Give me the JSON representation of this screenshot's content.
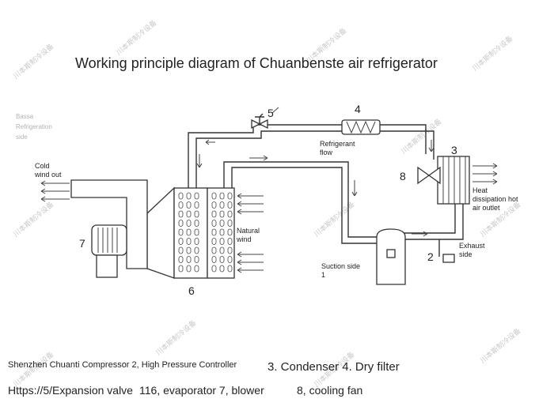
{
  "title": "Working principle diagram of Chuanbenste air refrigerator",
  "labels": {
    "cold_wind_out": [
      "Cold",
      "wind out"
    ],
    "refrigerant_flow": [
      "Refrigerant",
      "flow"
    ],
    "natural_wind": [
      "Natural",
      "wind"
    ],
    "suction_side": [
      "Suction side",
      "1"
    ],
    "heat_dissipation": [
      "Heat",
      "dissipation hot",
      "air outlet"
    ],
    "exhaust_side": [
      "Exhaust",
      "side"
    ],
    "faint_top_left": [
      "Bassa",
      "Refrigeration",
      "side"
    ]
  },
  "component_numbers": {
    "compressor": "1",
    "pressure_controller": "2",
    "condenser": "3",
    "dry_filter": "4",
    "expansion_valve": "5",
    "evaporator": "6",
    "blower": "7",
    "cooling_fan": "8"
  },
  "footer": {
    "line1_left": "Shenzhen Chuanti Compressor 2, High Pressure Controller",
    "line1_right": "3. Condenser 4. Dry filter",
    "line2_a": "Https://5/Expansion valve",
    "line2_b": "116, evaporator 7, blower",
    "line2_c": "8, cooling fan"
  },
  "watermark": "川本斯制冷设备"
}
